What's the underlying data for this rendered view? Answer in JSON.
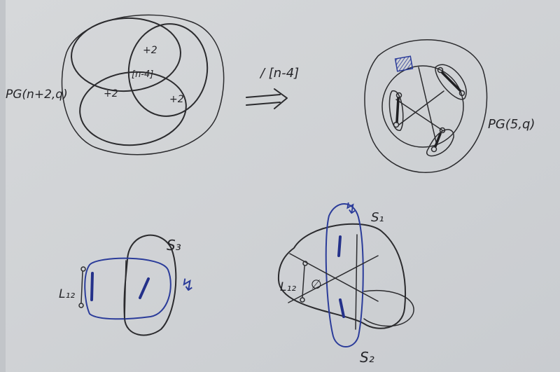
{
  "labels": {
    "pg_left": "PG(n+2,q)",
    "center": "[n-4]",
    "plus_top": "+2",
    "plus_left": "+2",
    "plus_right": "+2",
    "quotient": "/ [n-4]",
    "pg_right": "PG(5,q)",
    "s1": "S₁",
    "s2": "S₂",
    "s3": "S₃",
    "l12_left": "L₁₂",
    "l12_right": "L₁₂",
    "empty": "∅",
    "lightning": "↯"
  },
  "colors": {
    "paper": "#cfd1d4",
    "pencil": "#2b2b2e",
    "blue_pen": "#2b3c9a"
  }
}
